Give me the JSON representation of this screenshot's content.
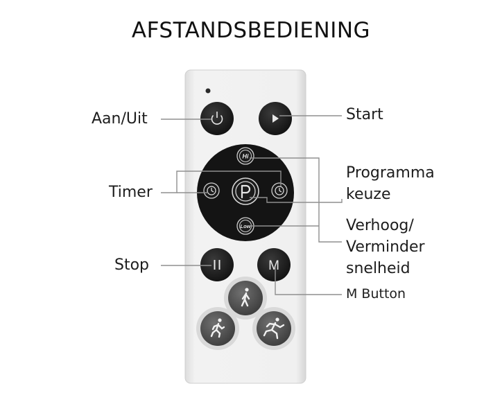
{
  "title": "AFSTANDSBEDIENING",
  "labels": {
    "power": "Aan/Uit",
    "start": "Start",
    "timer": "Timer",
    "program_line1": "Programma",
    "program_line2": "keuze",
    "speed_line1": "Verhoog/",
    "speed_line2": "Verminder",
    "speed_line3": "snelheid",
    "stop": "Stop",
    "m_button": "M Button"
  },
  "button_text": {
    "hi": "Hi",
    "low": "Low",
    "m": "M"
  },
  "colors": {
    "remote_body": "#ececec",
    "button_dark": "#1a1a1a",
    "leader_line": "#8f8f8f",
    "walk_buttons": "#555555"
  },
  "icons": [
    "power-icon",
    "play-icon",
    "timer-icon",
    "program-p-icon",
    "pause-icon",
    "walking-icon",
    "jogging-icon",
    "running-icon"
  ]
}
